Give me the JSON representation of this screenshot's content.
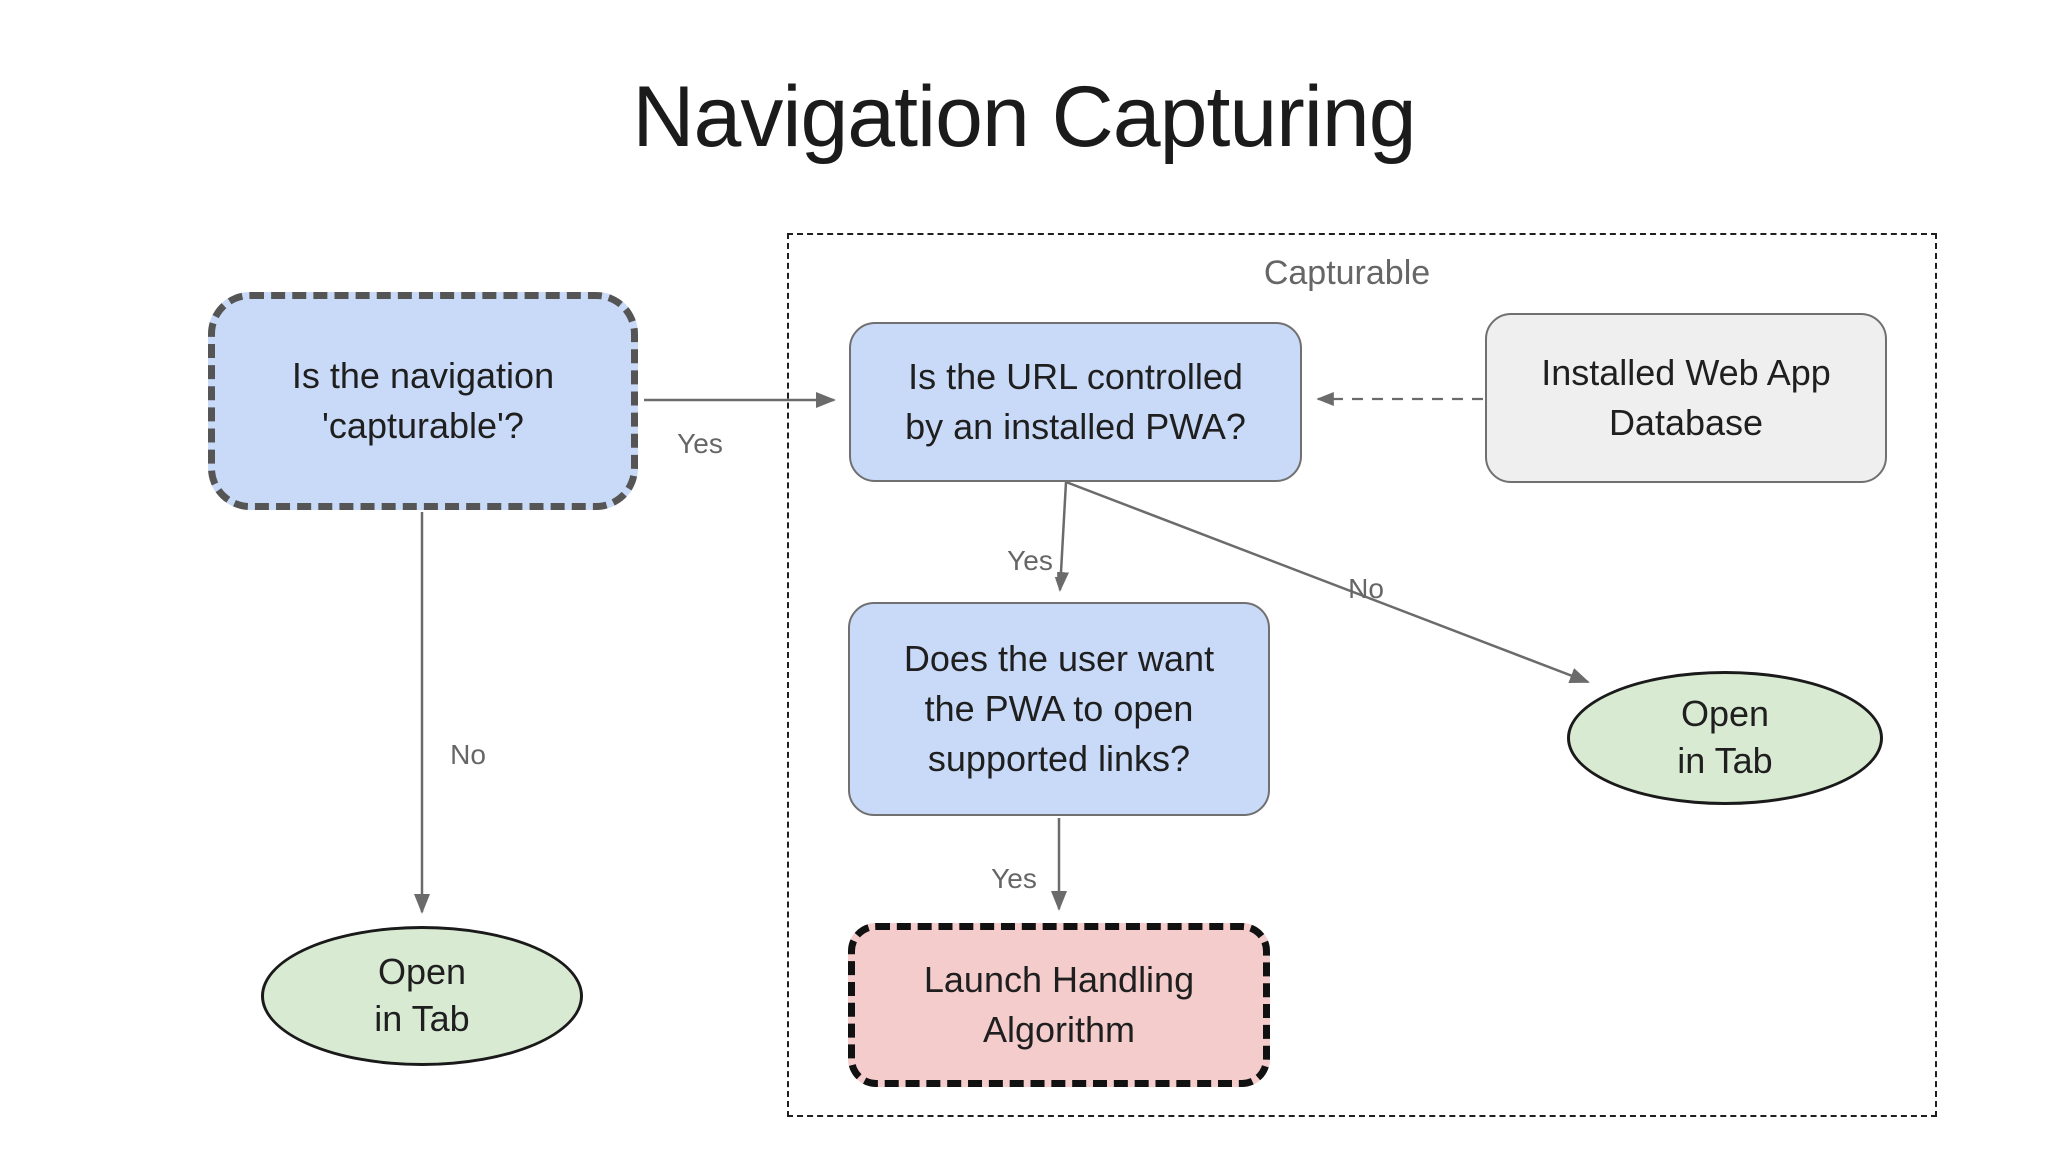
{
  "title": "Navigation Capturing",
  "diagram": {
    "region_label": "Capturable",
    "nodes": {
      "nav_capturable": {
        "text": "Is the navigation\n'capturable'?"
      },
      "url_pwa": {
        "text": "Is the URL controlled\nby an installed PWA?"
      },
      "web_app_db": {
        "text": "Installed Web App\nDatabase"
      },
      "user_links": {
        "text": "Does the user want\nthe PWA to open\nsupported links?"
      },
      "launch_handling": {
        "text": "Launch Handling\nAlgorithm"
      },
      "open_tab_left": {
        "text": "Open\nin Tab"
      },
      "open_tab_right": {
        "text": "Open\nin Tab"
      }
    },
    "edge_labels": {
      "capturable_yes": "Yes",
      "capturable_no": "No",
      "pwa_yes": "Yes",
      "pwa_no": "No",
      "links_yes": "Yes"
    },
    "edges": [
      {
        "from": "nav_capturable",
        "to": "url_pwa",
        "label": "Yes",
        "style": "solid"
      },
      {
        "from": "nav_capturable",
        "to": "open_tab_left",
        "label": "No",
        "style": "solid"
      },
      {
        "from": "web_app_db",
        "to": "url_pwa",
        "label": "",
        "style": "dashed"
      },
      {
        "from": "url_pwa",
        "to": "user_links",
        "label": "Yes",
        "style": "solid"
      },
      {
        "from": "url_pwa",
        "to": "open_tab_right",
        "label": "No",
        "style": "solid"
      },
      {
        "from": "user_links",
        "to": "launch_handling",
        "label": "Yes",
        "style": "solid"
      }
    ],
    "colors": {
      "question_fill": "#c9daf8",
      "terminal_fill": "#d9ead3",
      "process_fill": "#f4cccc",
      "database_fill": "#efefef",
      "arrow": "#666666",
      "label_text": "#666666",
      "title_text": "#1b1b1b"
    }
  }
}
